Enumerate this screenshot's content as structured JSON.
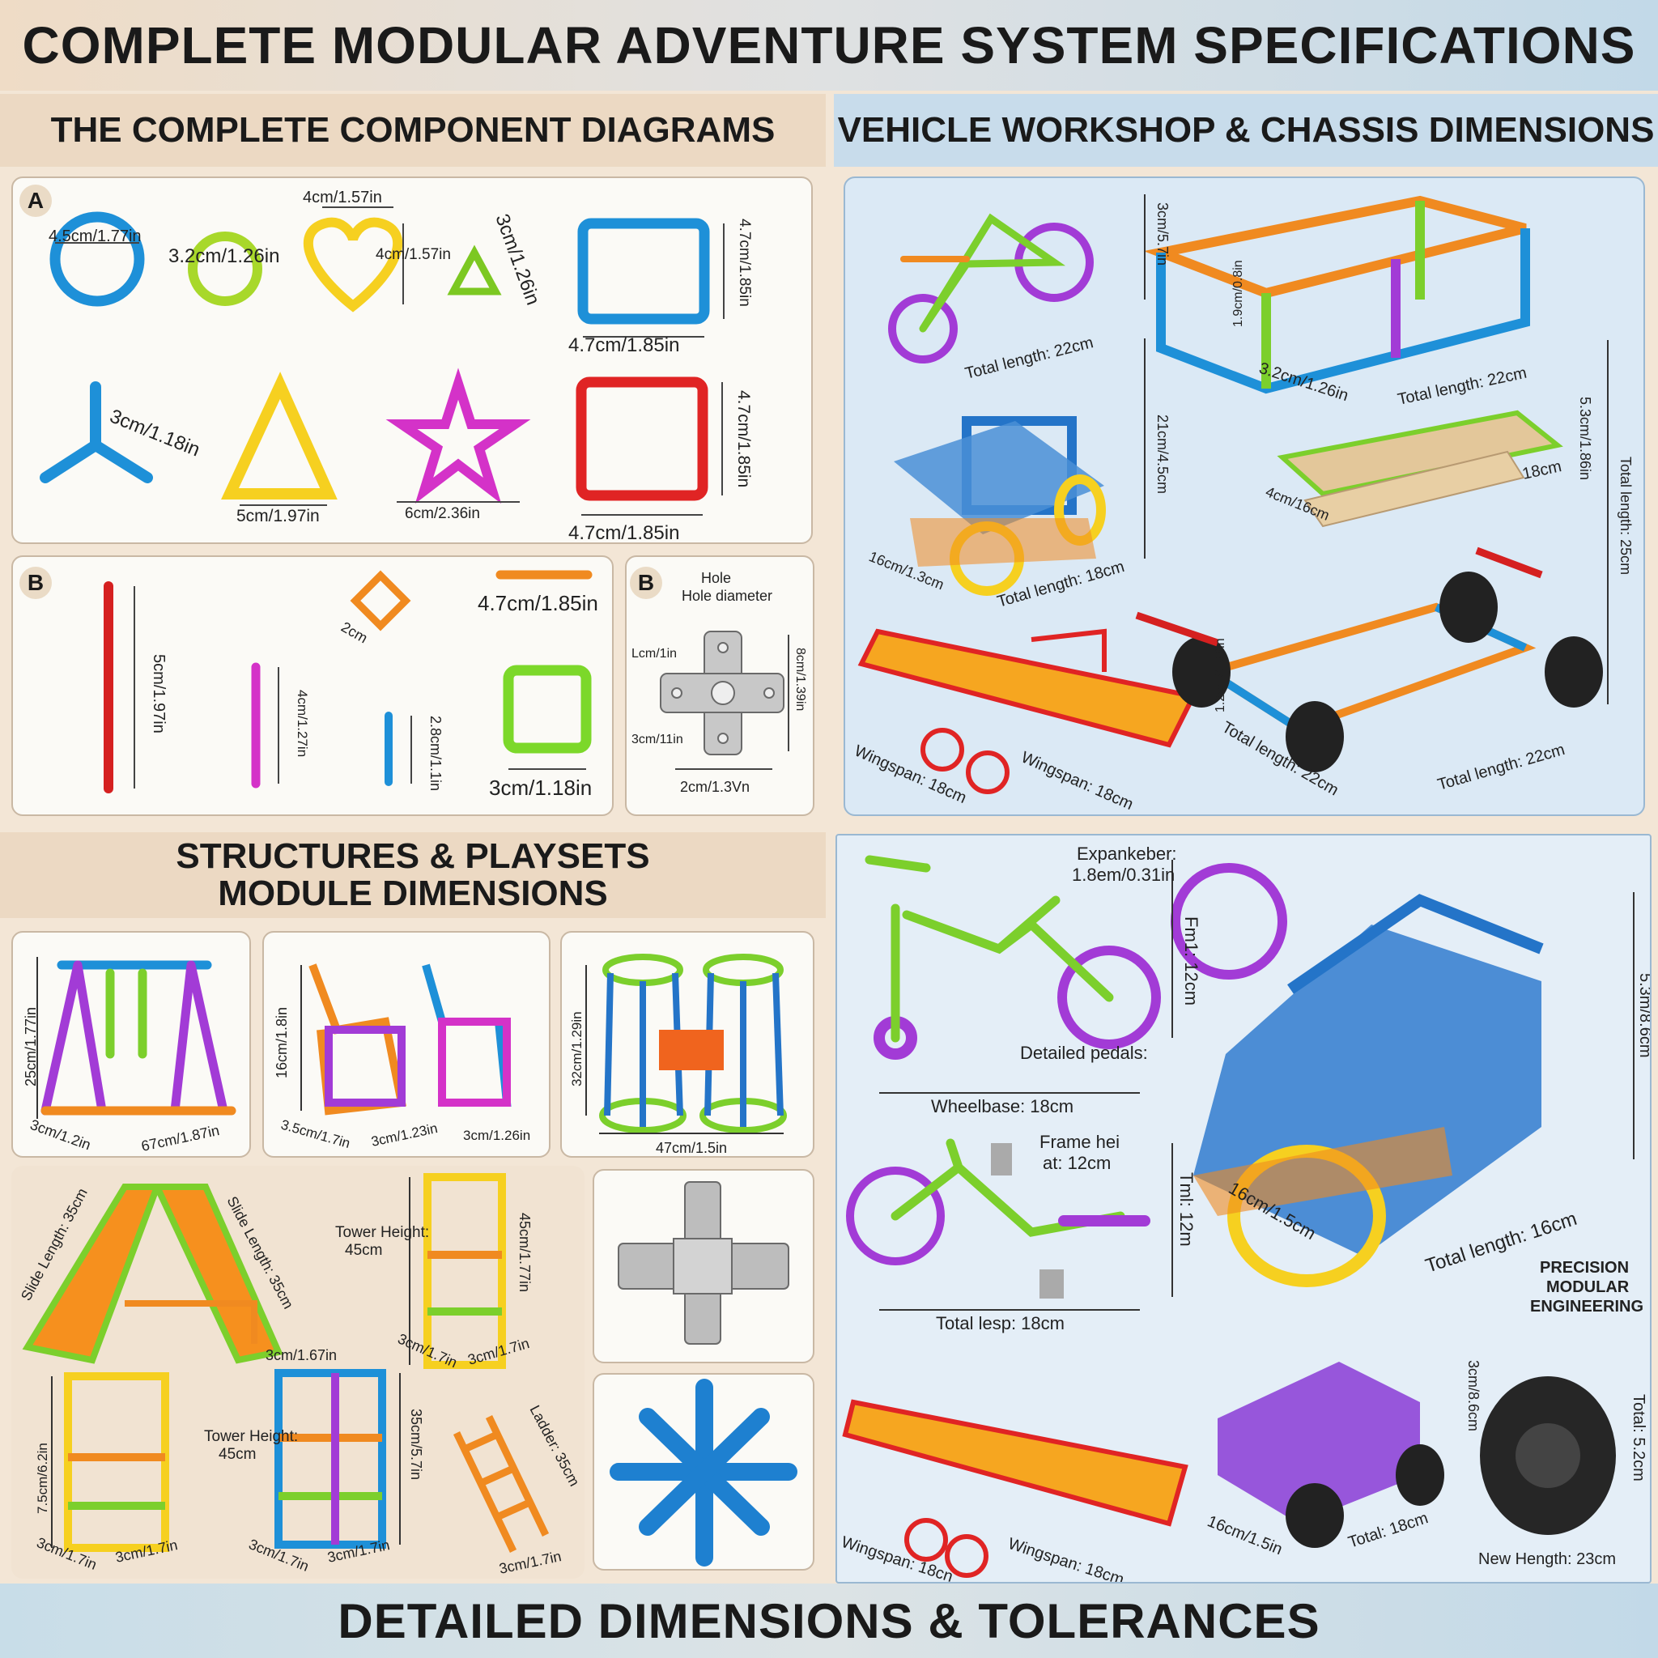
{
  "title": "COMPLETE MODULAR ADVENTURE SYSTEM SPECIFICATIONS",
  "footer": "DETAILED DIMENSIONS & TOLERANCES",
  "sections": {
    "components": "THE COMPLETE COMPONENT DIAGRAMS",
    "vehicle": "VEHICLE WORKSHOP & CHASSIS DIMENSIONS",
    "structures_line1": "STRUCTURES & PLAYSETS",
    "structures_line2": "MODULE DIMENSIONS"
  },
  "panel_a": {
    "badge": "A",
    "labels": {
      "ring_blue": "4.5cm/1.77in",
      "ring_green": "3.2cm/1.26in",
      "heart_top": "4cm/1.57in",
      "heart_side": "4cm/1.57in",
      "triangle_small": "3cm/1.26in",
      "rect_blue_w": "4.7cm/1.85in",
      "rect_blue_h": "4.7cm/1.85in",
      "connector": "3cm/1.18in",
      "triangle_big": "5cm/1.97in",
      "star": "6cm/2.36in",
      "square_red_w": "4.7cm/1.85in",
      "square_red_h": "4.7cm/1.85in"
    }
  },
  "panel_b": {
    "badge": "B",
    "labels": {
      "red_rod": "5cm/1.97in",
      "pink_rod": "4cm/1.27in",
      "blue_rod": "2.8cm/1.1in",
      "small_square": "2cm",
      "orange_stick": "4.7cm/1.85in",
      "green_square": "3cm/1.18in"
    }
  },
  "panel_b2": {
    "badge": "B",
    "hole": "Hole diameter",
    "labels": {
      "left": "Lcm/1in",
      "right": "8cm/1.39in",
      "bottom_left": "3cm/11in",
      "bottom": "2cm/1.3Vn"
    }
  },
  "vehicle_panel": {
    "bike_h": "3cm/5.7in",
    "bike_len": "Total length: 22cm",
    "frame_side": "1.9cm/0.8in",
    "frame_w": "3.2cm/1.26in",
    "frame_len": "Total length: 22cm",
    "tractor_h": "21cm/4.5cm",
    "tractor_w": "16cm/1.3cm",
    "tractor_len": "Total length: 18cm",
    "plate_h": "5.3cm/1.86in",
    "plate_len": "18cm",
    "plate_w": "4cm/16cm",
    "total_right": "Total length: 25cm",
    "chassis_h": "1.2cm/1.86in",
    "chassis_len1": "Total length: 22cm",
    "chassis_len2": "Total length: 22cm",
    "plane_ws1": "Wingspan: 18cm",
    "plane_ws2": "Wingspan: 18cm"
  },
  "engineering_panel": {
    "expander": "Expankeber:",
    "expander_val": "1.8em/0.31in",
    "frame_h": "Fm1: 12cm",
    "pedals": "Detailed pedals:",
    "wheelbase": "Wheelbase: 18cm",
    "frame_hei": "Frame hei",
    "frame_hei2": "at: 12cm",
    "total_lesp": "Total lesp: 18cm",
    "side_h": "Tml: 12m",
    "tractor_h": "5.3m/8.6cm",
    "tractor_w": "16cm/1.5cm",
    "tractor_len": "Total length: 16cm",
    "brand1": "PRECISION",
    "brand2": "MODULAR",
    "brand3": "ENGINEERING",
    "plane_ws1": "Wingspan: 18cn",
    "plane_ws2": "Wingspan: 18cm",
    "small_h": "3cm/8.6cm",
    "small_w": "16cm/1.5in",
    "small_total": "Total: 18cm",
    "wheel_total": "Total: 5.2cm",
    "wheel_len": "New Hength: 23cm"
  },
  "structures": {
    "swing_h": "25cm/1.77in",
    "swing_d": "3cm/1.2in",
    "swing_w": "67cm/1.87in",
    "chair_h": "16cm/1.8in",
    "chair_d": "3.5cm/1.7in",
    "chair_w": "3cm/1.23in",
    "chair_w2": "3cm/1.26in",
    "drum_h": "32cm/1.29in",
    "drum_w": "47cm/1.5in",
    "slide1": "Slide Length: 35cm",
    "slide2": "Slide Length: 35cm",
    "tower_label": "Tower Height:",
    "tower_val": "45cm",
    "tower_h": "45cm/1.77in",
    "tower_d": "3cm/1.7in",
    "tower_w": "3cm/1.7in",
    "cube_h": "7.5cm/6.2in",
    "cube_d": "3cm/1.7in",
    "cube_w": "3cm/1.7in",
    "tower2_top": "3cm/1.67in",
    "tower2_label": "Tower Height:",
    "tower2_val": "45cm",
    "tower2_h": "35cm/5.7in",
    "tower2_d": "3cm/1.7in",
    "tower2_w": "3cm/1.7in",
    "ladder": "Ladder: 35cm",
    "ladder_w": "3cm/1.7in"
  }
}
